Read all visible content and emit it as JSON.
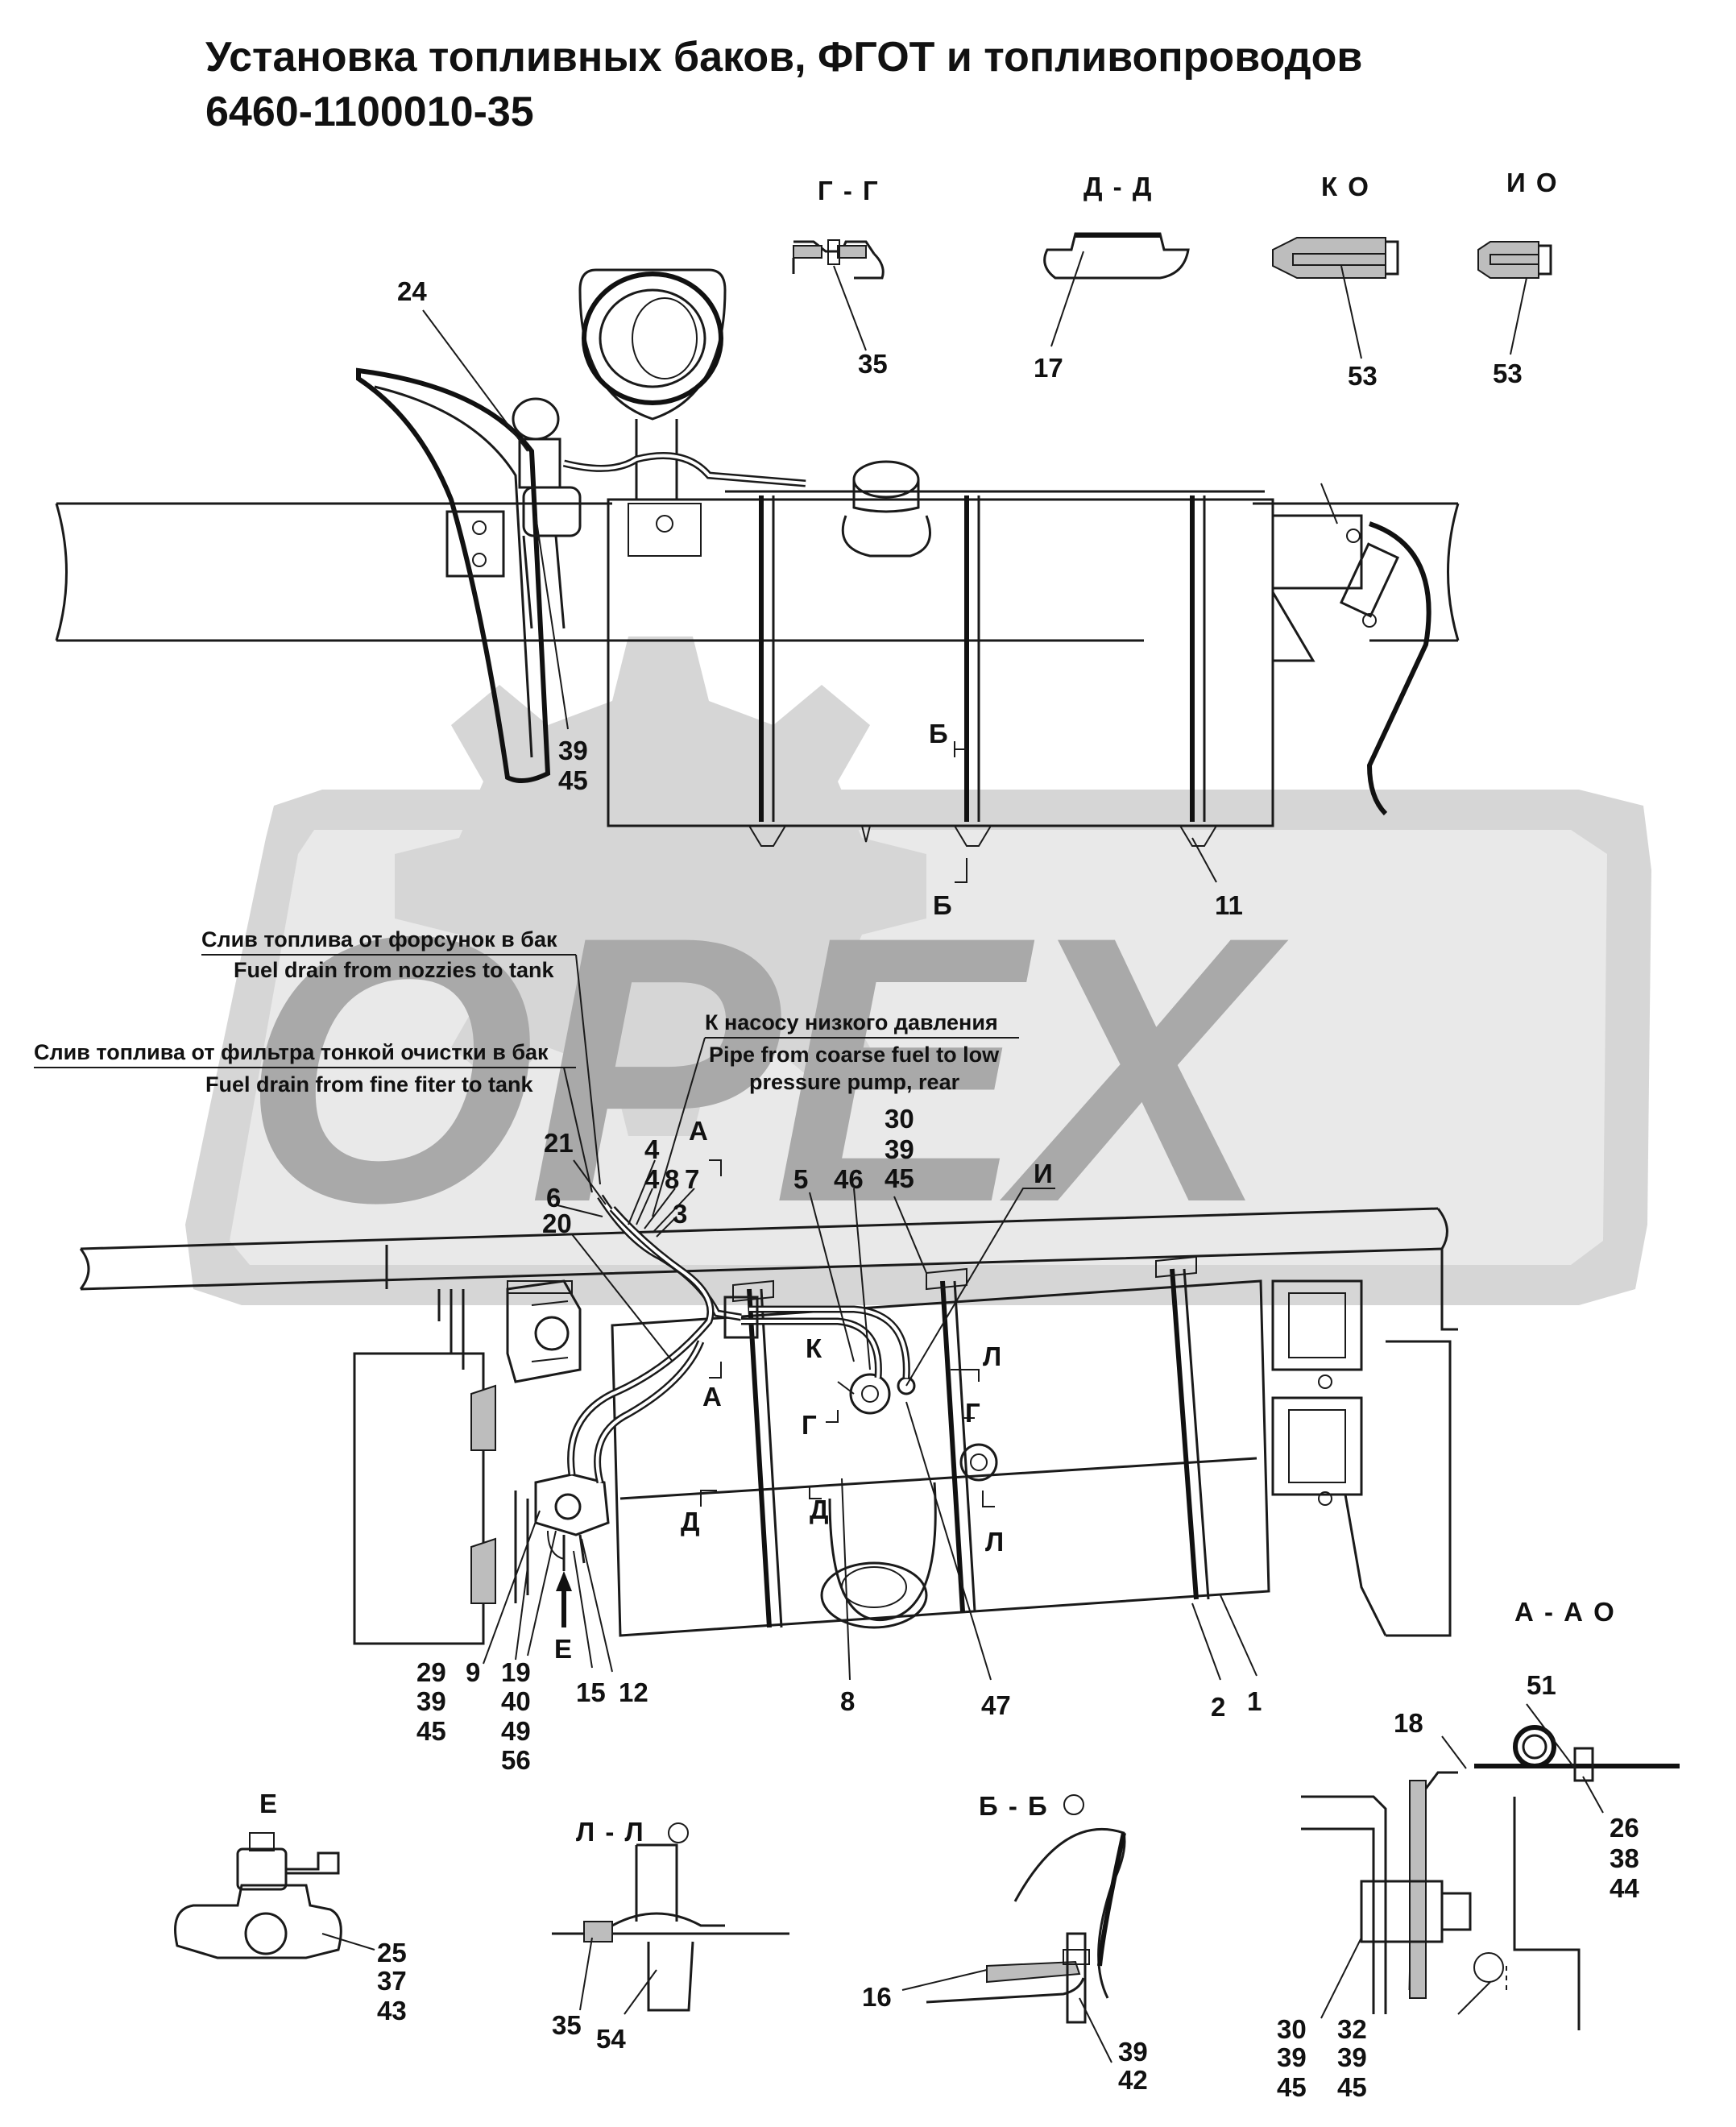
{
  "title": {
    "line1": "Установка топливных баков, ФГОТ и топливопроводов",
    "line2": "6460-1100010-35"
  },
  "watermark": "OPEX",
  "sections": {
    "gg": "Г - Г",
    "dd": "Д - Д",
    "ko": "К О",
    "io": "И О",
    "aa": "А - А О",
    "e": "Е",
    "ll": "Л - Л",
    "bb": "Б - Б"
  },
  "annotations": {
    "drain_nozzles_ru": "Слив топлива от форсунок в бак",
    "drain_nozzles_en": "Fuel drain from nozzies to tank",
    "drain_filter_ru": "Слив топлива от фильтра тонкой очистки в бак",
    "drain_filter_en": "Fuel drain from fine fiter to tank",
    "pump_ru": "К насосу низкого давления",
    "pump_en1": "Pipe from coarse fuel to low",
    "pump_en2": "pressure pump, rear"
  },
  "callouts": {
    "c35a": "35",
    "c17": "17",
    "c53a": "53",
    "c53b": "53",
    "c24": "24",
    "c39a": "39",
    "c45a": "45",
    "c11": "11",
    "b_top": "Б",
    "b_bot": "Б",
    "c21": "21",
    "c6": "6",
    "c20": "20",
    "c4a": "4",
    "c4b": "4",
    "c8a": "8",
    "c7": "7",
    "c3": "3",
    "a_top": "А",
    "a_bot": "А",
    "c5": "5",
    "c46": "46",
    "c30a": "30",
    "c39b": "39",
    "c45b": "45",
    "i_lbl": "И",
    "k_lbl": "К",
    "g_l": "Г",
    "g_r": "Г",
    "l_top": "Л",
    "l_bot": "Л",
    "d_l": "Д",
    "d_r": "Д",
    "c29": "29",
    "c39c": "39",
    "c45c": "45",
    "c9": "9",
    "c19": "19",
    "c40": "40",
    "c49": "49",
    "c56": "56",
    "e_lbl": "Е",
    "c15": "15",
    "c12": "12",
    "c8b": "8",
    "c47": "47",
    "c2": "2",
    "c1": "1",
    "c51": "51",
    "c18": "18",
    "c26": "26",
    "c38": "38",
    "c44": "44",
    "c25": "25",
    "c37": "37",
    "c43": "43",
    "c35b": "35",
    "c54": "54",
    "c16": "16",
    "c39d": "39",
    "c42": "42",
    "c30b": "30",
    "c39e": "39",
    "c45d": "45",
    "c32": "32",
    "c39f": "39",
    "c45e": "45"
  }
}
